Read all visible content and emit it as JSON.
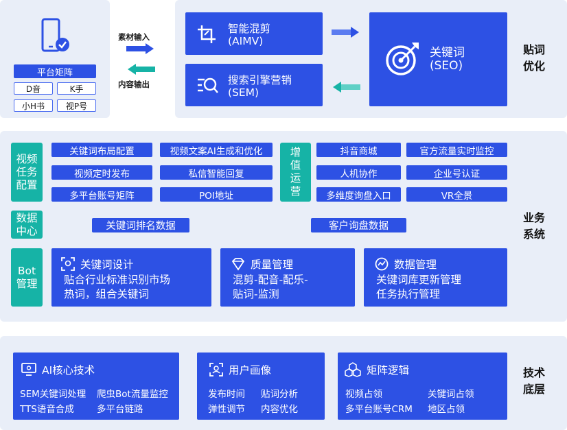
{
  "top": {
    "platform_matrix": "平台矩阵",
    "platforms": [
      "D音",
      "K手",
      "小H书",
      "视P号"
    ],
    "arrow_in_label": "素材输入",
    "arrow_out_label": "内容输出",
    "aimv": {
      "name": "智能混剪",
      "code": "(AIMV)"
    },
    "sem": {
      "name": "搜索引擎营销",
      "code": "(SEM)"
    },
    "seo": {
      "name": "关键词",
      "code": "(SEO)"
    },
    "side_label": [
      "贴词",
      "优化"
    ]
  },
  "business": {
    "video_task_label": "视频任务配置",
    "video_task_items": [
      "关键词布局配置",
      "视频文案AI生成和优化",
      "视频定时发布",
      "私信智能回复",
      "多平台账号矩阵",
      "POI地址"
    ],
    "value_ops_label": "增值运营",
    "value_ops_items": [
      "抖音商城",
      "官方流量实时监控",
      "人机协作",
      "企业号认证",
      "多维度询盘入口",
      "VR全景"
    ],
    "data_center_label": "数据中心",
    "data_center_items": [
      "关键词排名数据",
      "客户询盘数据"
    ],
    "bot_label": [
      "Bot",
      "管理"
    ],
    "bot_cards": [
      {
        "title": "关键词设计",
        "body": [
          "贴合行业标准识别市场",
          "热词，组合关键词"
        ]
      },
      {
        "title": "质量管理",
        "body": [
          "混剪-配音-配乐-",
          "贴词-监测"
        ]
      },
      {
        "title": "数据管理",
        "body": [
          "关键词库更新管理",
          "任务执行管理"
        ]
      }
    ],
    "side_label": [
      "业务",
      "系统"
    ]
  },
  "tech": {
    "cards": [
      {
        "title": "AI核心技术",
        "items": [
          "SEM关键词处理",
          "爬虫Bot流量监控",
          "TTS语音合成",
          "多平台链路"
        ]
      },
      {
        "title": "用户画像",
        "items": [
          "发布时间",
          "贴词分析",
          "弹性调节",
          "内容优化"
        ]
      },
      {
        "title": "矩阵逻辑",
        "items": [
          "视频占领",
          "关键词占领",
          "多平台账号CRM",
          "地区占领"
        ]
      }
    ],
    "side_label": [
      "技术",
      "底层"
    ]
  },
  "colors": {
    "primary_blue": "#2d51e4",
    "teal": "#16b3a6",
    "panel_bg": "#e9eef8"
  }
}
